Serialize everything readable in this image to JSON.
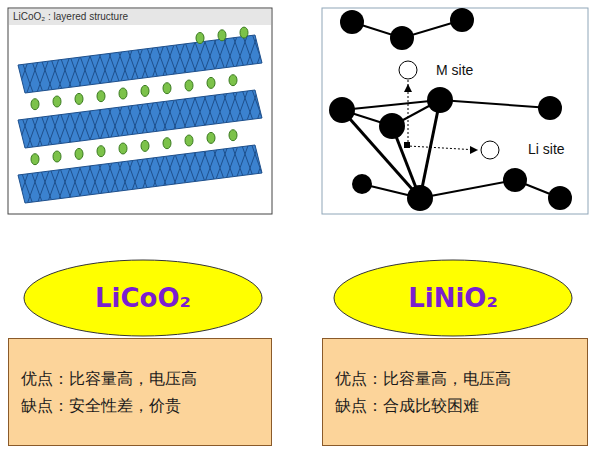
{
  "diagram": {
    "nodes": [
      {
        "text": [
          "LiCoO₂"
        ]
      },
      {
        "text": [
          "LiNiO₂"
        ]
      },
      {
        "text": [
          "优点：比容量高，电压高",
          "缺点：安全性差，价贵"
        ]
      },
      {
        "text": [
          "优点：比容量高，电压高",
          "缺点：合成比较困难"
        ]
      }
    ],
    "labels": [
      "LiCoO₂ : layered structure",
      "M site",
      "Li site"
    ]
  }
}
